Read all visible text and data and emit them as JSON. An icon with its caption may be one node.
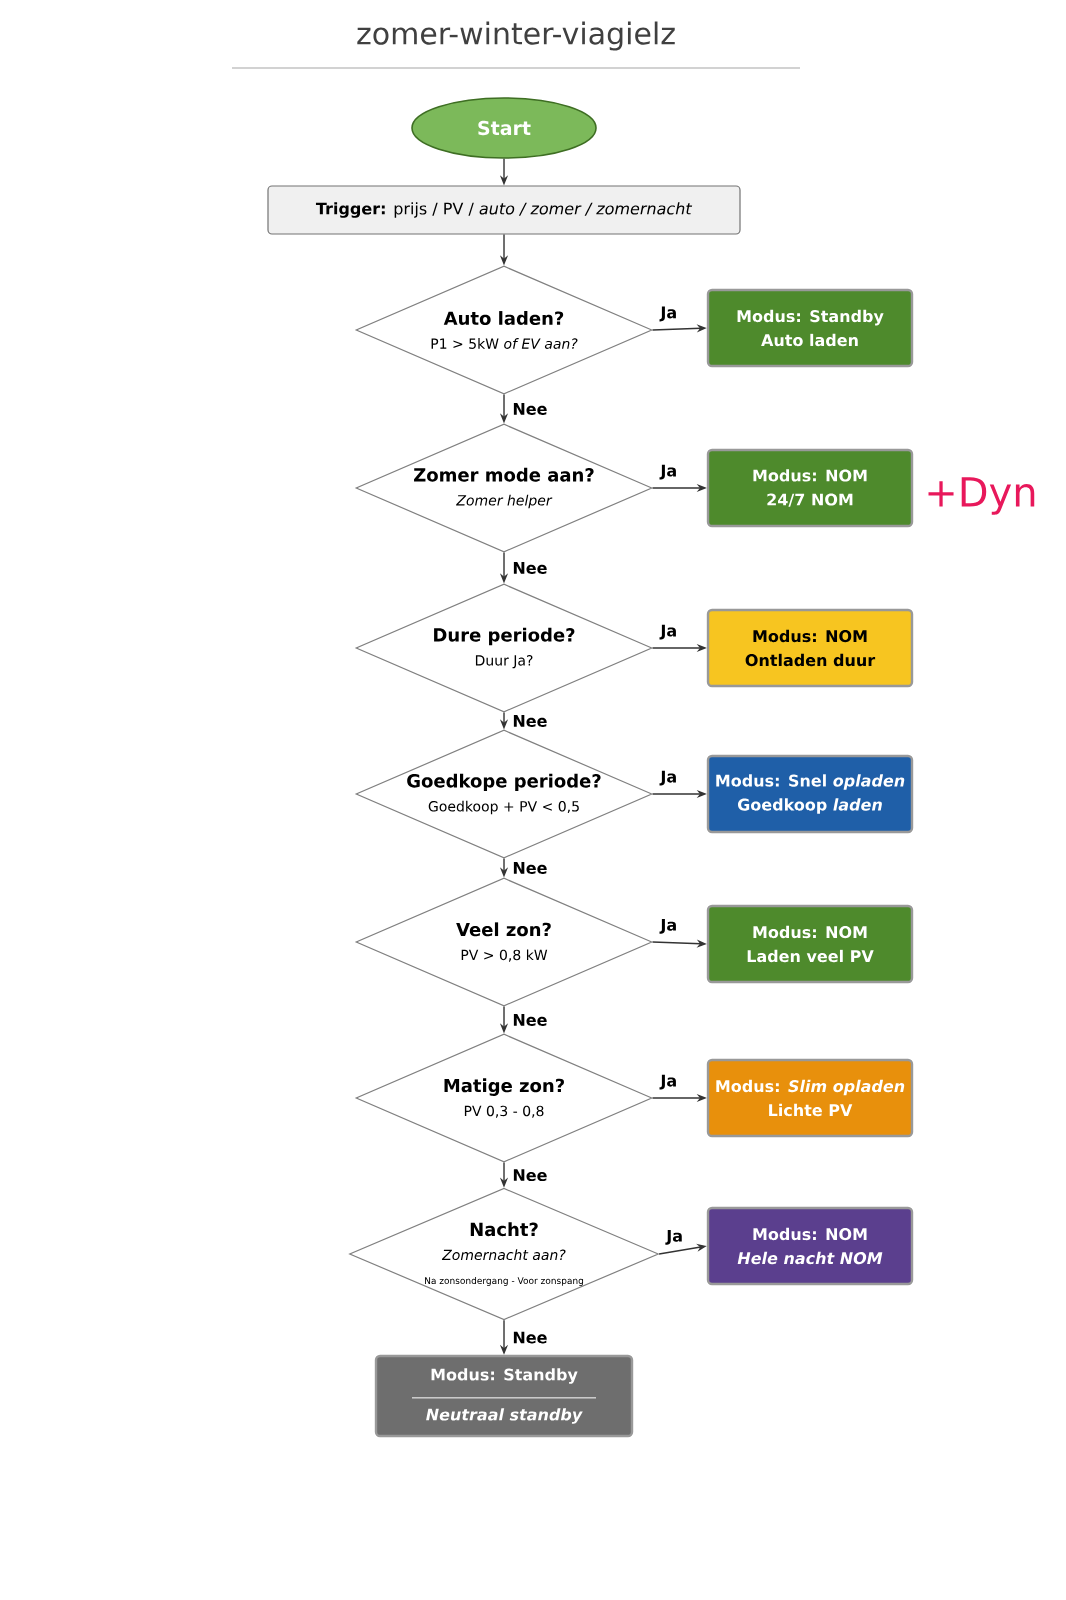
{
  "diagram": {
    "title": "zomer-winter-viagielz",
    "nodes": [
      {
        "text": [
          "Start"
        ]
      },
      {
        "text": [
          "**Trigger:** prijs / PV / *auto / zomer / zomernacht*"
        ]
      },
      {
        "text": [
          "Auto laden?",
          "P1 > 5kW *of EV aan?*"
        ]
      },
      {
        "text": [
          "Modus: Standby",
          "Auto laden"
        ]
      },
      {
        "text": [
          "Zomer mode aan?",
          "Zomer helper"
        ]
      },
      {
        "text": [
          "Modus: NOM",
          "24/7 NOM"
        ],
        "beside": [
          "+Dyn"
        ]
      },
      {
        "text": [
          "Dure periode?",
          "Duur Ja?"
        ]
      },
      {
        "text": [
          "Modus: NOM",
          "Ontladen duur"
        ]
      },
      {
        "text": [
          "Goedkope periode?",
          "Goedkoop + PV < 0,5"
        ]
      },
      {
        "text": [
          "Modus: Snel *opladen*",
          "Goedkoop *laden*"
        ]
      },
      {
        "text": [
          "Veel zon?",
          "PV > 0,8 kW"
        ]
      },
      {
        "text": [
          "Modus: NOM",
          "Laden veel PV"
        ]
      },
      {
        "text": [
          "Matige zon?",
          "PV 0,3 - 0,8"
        ]
      },
      {
        "text": [
          "Modus: *Slim opladen*",
          "Lichte PV"
        ]
      },
      {
        "text": [
          "Nacht?",
          "Zomernacht aan?",
          "Na zonsondergang - Voor zonspang"
        ]
      },
      {
        "text": [
          "Modus: NOM",
          "Hele nacht NOM"
        ]
      },
      {
        "text": [
          "Modus: Standby",
          "Neutraal standby"
        ]
      }
    ],
    "edges": [
      {
        "from": 0,
        "to": 1,
        "arrow": "to"
      },
      {
        "from": 1,
        "to": 2,
        "arrow": "to"
      },
      {
        "from": 2,
        "to": 3,
        "arrow": "to",
        "label": "Ja"
      },
      {
        "from": 2,
        "to": 4,
        "arrow": "to",
        "label": "Nee"
      },
      {
        "from": 4,
        "to": 5,
        "arrow": "to",
        "label": "Ja"
      },
      {
        "from": 4,
        "to": 6,
        "arrow": "to",
        "label": "Nee"
      },
      {
        "from": 6,
        "to": 7,
        "arrow": "to",
        "label": "Ja"
      },
      {
        "from": 6,
        "to": 8,
        "arrow": "to",
        "label": "Nee"
      },
      {
        "from": 8,
        "to": 9,
        "arrow": "to",
        "label": "Ja"
      },
      {
        "from": 8,
        "to": 10,
        "arrow": "to",
        "label": "Nee"
      },
      {
        "from": 10,
        "to": 11,
        "arrow": "to",
        "label": "Ja"
      },
      {
        "from": 10,
        "to": 12,
        "arrow": "to",
        "label": "Nee"
      },
      {
        "from": 12,
        "to": 13,
        "arrow": "to",
        "label": "Ja"
      },
      {
        "from": 12,
        "to": 14,
        "arrow": "to",
        "label": "Nee"
      },
      {
        "from": 14,
        "to": 15,
        "arrow": "to",
        "label": "Ja"
      },
      {
        "from": 14,
        "to": 16,
        "arrow": "to",
        "label": "Nee"
      }
    ]
  }
}
